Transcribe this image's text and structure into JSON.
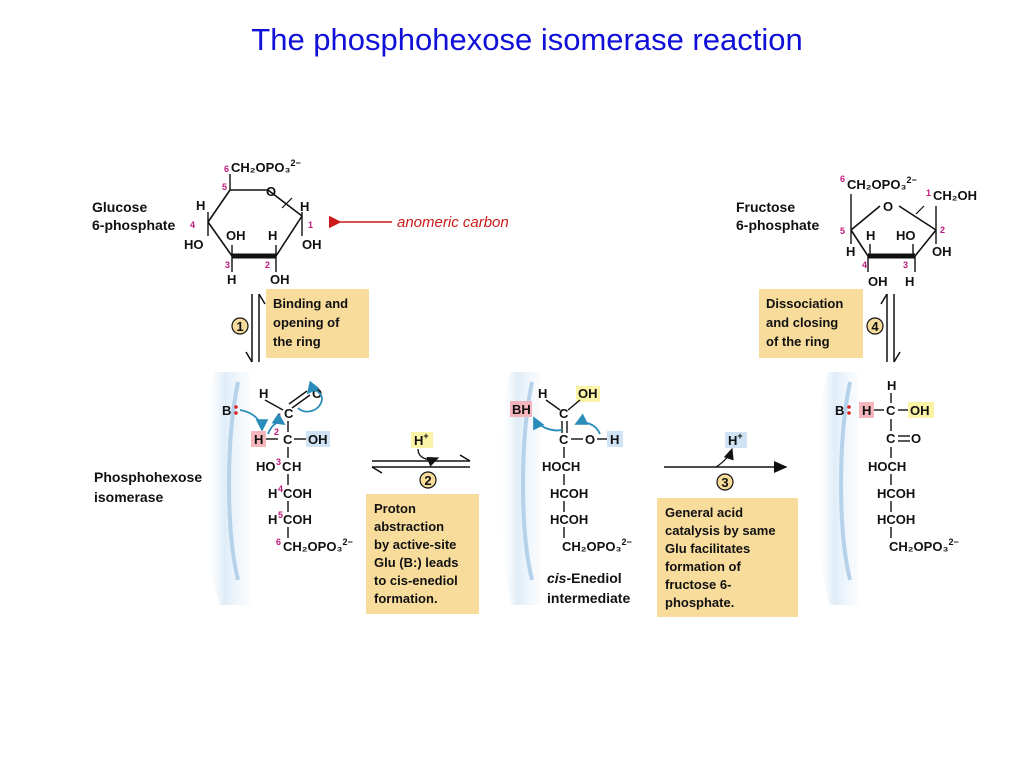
{
  "title": "The phosphohexose isomerase reaction",
  "annotation": "anomeric carbon",
  "labels": {
    "glucose_line1": "Glucose",
    "glucose_line2": "6-phosphate",
    "fructose_line1": "Fructose",
    "fructose_line2": "6-phosphate",
    "enzyme_line1": "Phosphohexose",
    "enzyme_line2": "isomerase",
    "intermediate_line1_italic": "cis",
    "intermediate_line1_rest": "-Enediol",
    "intermediate_line2": "intermediate"
  },
  "steps": [
    {
      "number": "1",
      "lines": [
        "Binding and",
        "opening of",
        "the ring"
      ]
    },
    {
      "number": "2",
      "lines": [
        "Proton",
        "abstraction",
        "by active-site",
        "Glu (B:) leads",
        "to cis-enediol",
        "formation."
      ]
    },
    {
      "number": "3",
      "lines": [
        "General acid",
        "catalysis by same",
        "Glu facilitates",
        "formation of",
        "fructose 6-",
        "phosphate."
      ]
    },
    {
      "number": "4",
      "lines": [
        "Dissociation",
        "and closing",
        "of the ring"
      ]
    }
  ],
  "atoms": {
    "H": "H",
    "OH": "OH",
    "HO": "HO",
    "O": "O",
    "C": "C",
    "B": "B",
    "BH": "BH",
    "Hplus": "H",
    "plus": "+",
    "HOCH": "HOCH",
    "HCOH": "HCOH",
    "HO3CH": "HO",
    "CH2OPO3": "CH₂OPO₃",
    "charge": "2−",
    "CH2OH": "CH₂OH",
    "colon": ":"
  },
  "colors": {
    "title": "#1010d8",
    "annotation": "#cc1a1a",
    "box_fill": "#f8dc9c",
    "highlight_pink": "#f4b6bc",
    "highlight_yellow": "#fbf3a6",
    "highlight_blue": "#cfe3f4",
    "curly_arrow": "#2a8cb8",
    "carbon_number": "#c0187a"
  }
}
